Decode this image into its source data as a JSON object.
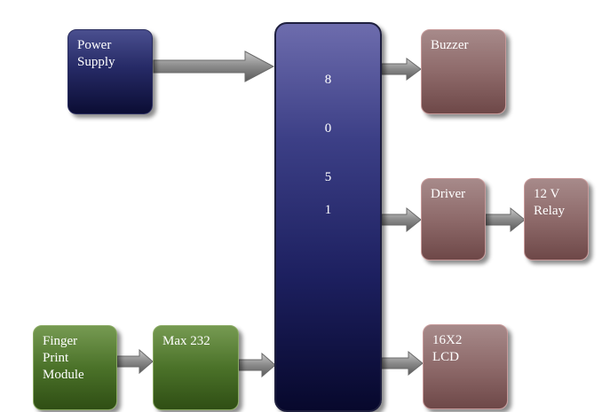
{
  "blocks": {
    "power_supply": "Power\nSupply",
    "mcu_chars": [
      "8",
      "0",
      "5",
      "1"
    ],
    "buzzer": "Buzzer",
    "driver": "Driver",
    "relay": "12 V\nRelay",
    "lcd": "16X2\nLCD",
    "fingerprint": "Finger\nPrint\nModule",
    "max232": "Max 232"
  },
  "colors": {
    "navy": "#262a66",
    "red": "#8e6a6a",
    "green": "#4b7229",
    "arrow": "#8c8c8c"
  }
}
